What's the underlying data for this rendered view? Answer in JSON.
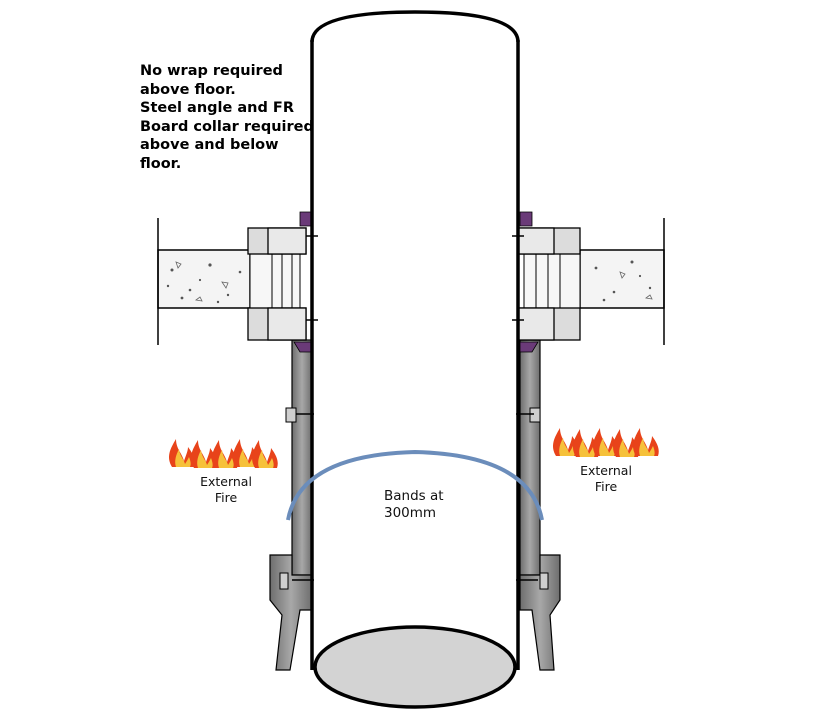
{
  "annotations": {
    "note_lines": [
      "No wrap required",
      "above floor.",
      "Steel angle and FR",
      "Board collar required",
      "above and below",
      "floor."
    ],
    "fire_left": [
      "External",
      "Fire"
    ],
    "fire_right": [
      "External",
      "Fire"
    ],
    "bands": [
      "Bands at",
      "300mm"
    ]
  },
  "colors": {
    "outline": "#000000",
    "slab_fill": "#f4f4f4",
    "block_fill": "#dcdcdc",
    "wrap_fill": "#8e8e8e",
    "band": "#6b8dbb",
    "flame_outer": "#e8431a",
    "flame_inner": "#f6c13a",
    "purple_angle": "#6a3a78",
    "pipe_bottom": "#d3d3d3"
  }
}
